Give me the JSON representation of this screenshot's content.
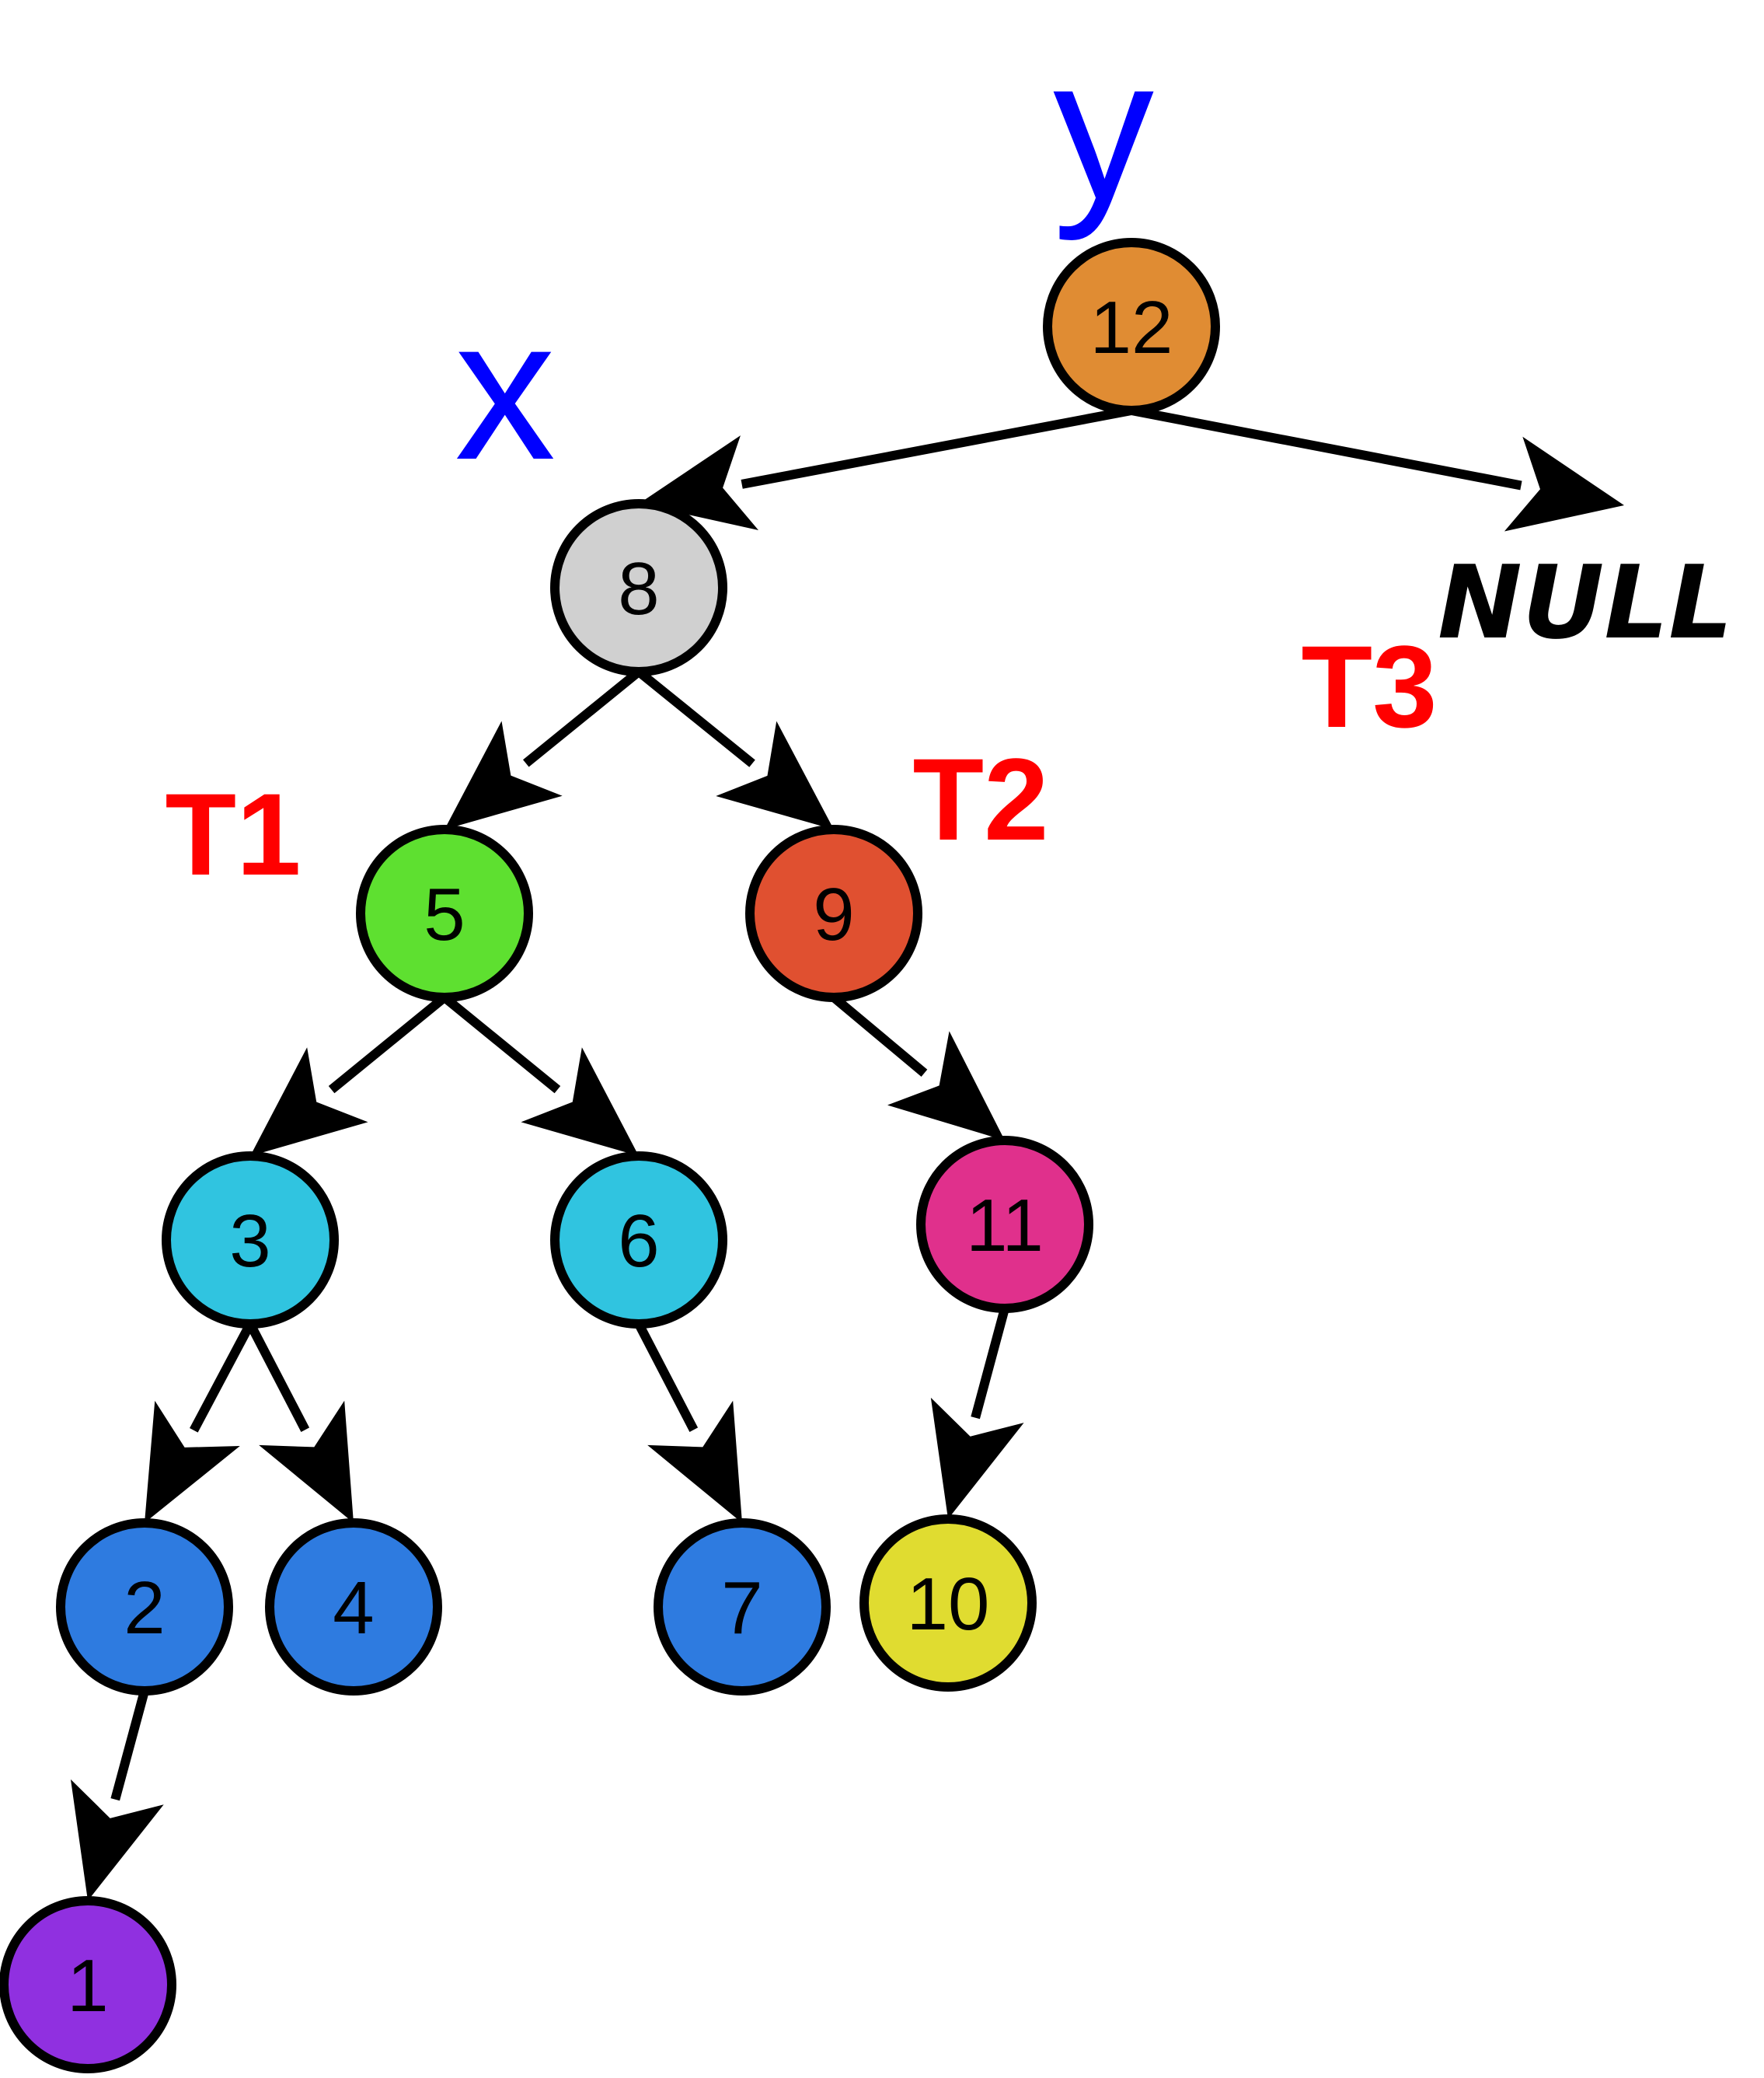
{
  "labels": {
    "y": "y",
    "x": "x",
    "t1": "T1",
    "t2": "T2",
    "t3": "T3",
    "null": "NULL"
  },
  "nodes": [
    {
      "id": "n12",
      "value": "12",
      "color": "#e08c33"
    },
    {
      "id": "n8",
      "value": "8",
      "color": "#d0d0d0"
    },
    {
      "id": "n5",
      "value": "5",
      "color": "#5ee030"
    },
    {
      "id": "n9",
      "value": "9",
      "color": "#e05030"
    },
    {
      "id": "n3",
      "value": "3",
      "color": "#30c4e0"
    },
    {
      "id": "n6",
      "value": "6",
      "color": "#30c4e0"
    },
    {
      "id": "n11",
      "value": "11",
      "color": "#e0308c"
    },
    {
      "id": "n2",
      "value": "2",
      "color": "#2e7be0"
    },
    {
      "id": "n4",
      "value": "4",
      "color": "#2e7be0"
    },
    {
      "id": "n7",
      "value": "7",
      "color": "#2e7be0"
    },
    {
      "id": "n10",
      "value": "10",
      "color": "#e0dc30"
    },
    {
      "id": "n1",
      "value": "1",
      "color": "#9030e0"
    }
  ],
  "edges": [
    {
      "from": "n12",
      "to": "n8"
    },
    {
      "from": "n12",
      "to": "null"
    },
    {
      "from": "n8",
      "to": "n5"
    },
    {
      "from": "n8",
      "to": "n9"
    },
    {
      "from": "n5",
      "to": "n3"
    },
    {
      "from": "n5",
      "to": "n6"
    },
    {
      "from": "n9",
      "to": "n11"
    },
    {
      "from": "n3",
      "to": "n2"
    },
    {
      "from": "n3",
      "to": "n4"
    },
    {
      "from": "n6",
      "to": "n7"
    },
    {
      "from": "n11",
      "to": "n10"
    },
    {
      "from": "n2",
      "to": "n1"
    }
  ]
}
